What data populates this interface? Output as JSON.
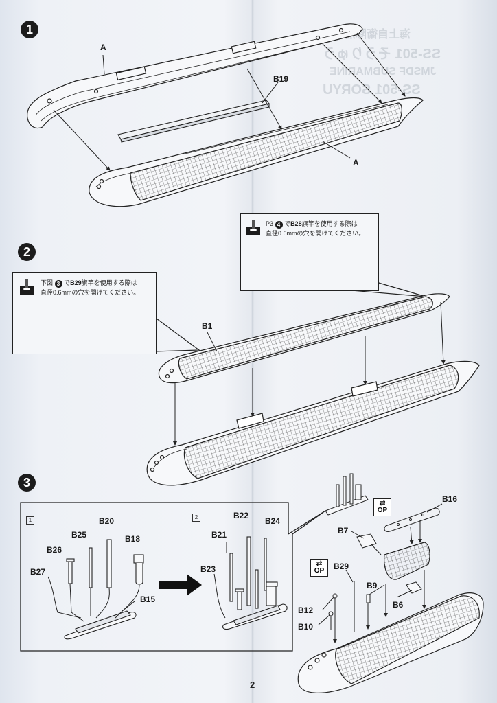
{
  "page": {
    "number": "2"
  },
  "steps": [
    {
      "id": "1",
      "label": "1"
    },
    {
      "id": "2",
      "label": "2"
    },
    {
      "id": "3",
      "label": "3"
    }
  ],
  "parts": {
    "step1": {
      "a_top": "A",
      "a_bottom": "A",
      "b19": "B19"
    },
    "step2": {
      "b1": "B1"
    },
    "step3": {
      "b20": "B20",
      "b25": "B25",
      "b18": "B18",
      "b26": "B26",
      "b27": "B27",
      "b15": "B15",
      "b22": "B22",
      "b24": "B24",
      "b21": "B21",
      "b23": "B23",
      "b16": "B16",
      "b7": "B7",
      "b29": "B29",
      "b9": "B9",
      "b6": "B6",
      "b12": "B12",
      "b10": "B10"
    }
  },
  "notes": {
    "upper": {
      "ref_page": "P3",
      "ref_step": "4",
      "ref_tail": "で",
      "part": "B28",
      "line1_tail": "旗竿を使用する際は",
      "line2": "直径0.6mmの穴を開けてください。"
    },
    "lower": {
      "ref_page": "下図",
      "ref_step": "3",
      "ref_tail": "で",
      "part": "B29",
      "line1_tail": "旗竿を使用する際は",
      "line2": "直径0.6mmの穴を開けてください。"
    }
  },
  "sub_steps": {
    "first": "1",
    "second": "2"
  },
  "op_badge": {
    "text": "OP",
    "arrow": "⇄"
  },
  "ghost_text": {
    "line1": "海上自衛隊潜水艦",
    "line2": "SS-501 そうりゅう",
    "line3": "JMSDF SUBMARINE",
    "line4": "SS-501 SORYU"
  }
}
